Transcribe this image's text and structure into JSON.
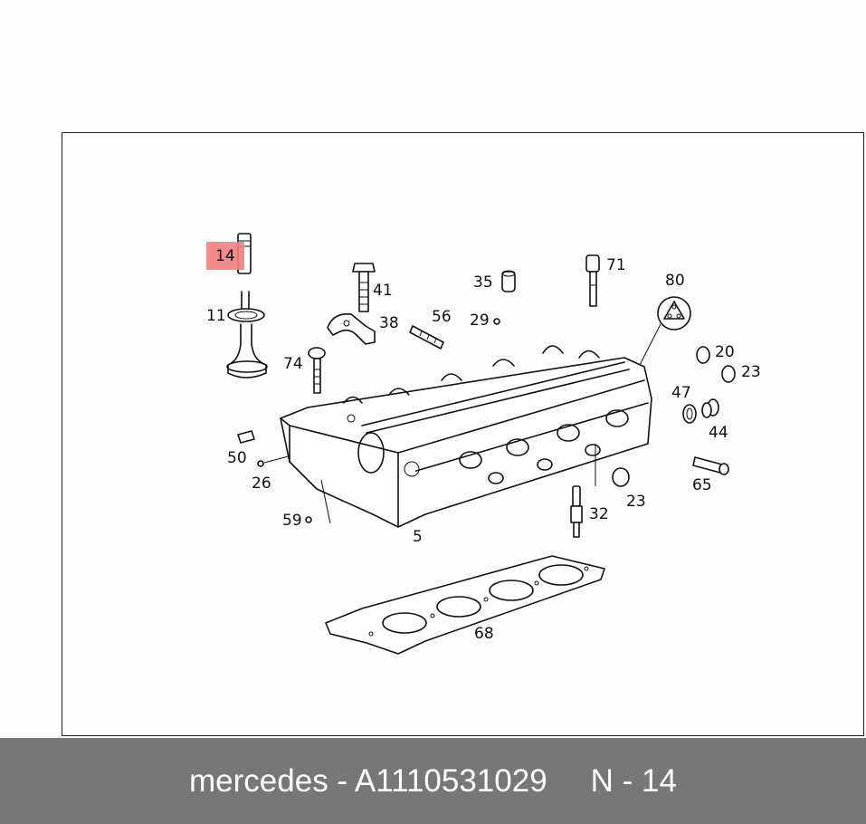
{
  "diagram": {
    "highlighted_part": "14",
    "callouts": [
      "14",
      "11",
      "41",
      "35",
      "71",
      "80",
      "38",
      "56",
      "29",
      "74",
      "20",
      "23",
      "47",
      "44",
      "50",
      "26",
      "65",
      "23",
      "32",
      "59",
      "5",
      "68"
    ]
  },
  "footer": {
    "part_text": "mercedes - A1110531029",
    "position_text": "N - 14"
  },
  "colors": {
    "highlight": "#f08080",
    "footer_bg": "#777777",
    "footer_text": "#ffffff"
  }
}
